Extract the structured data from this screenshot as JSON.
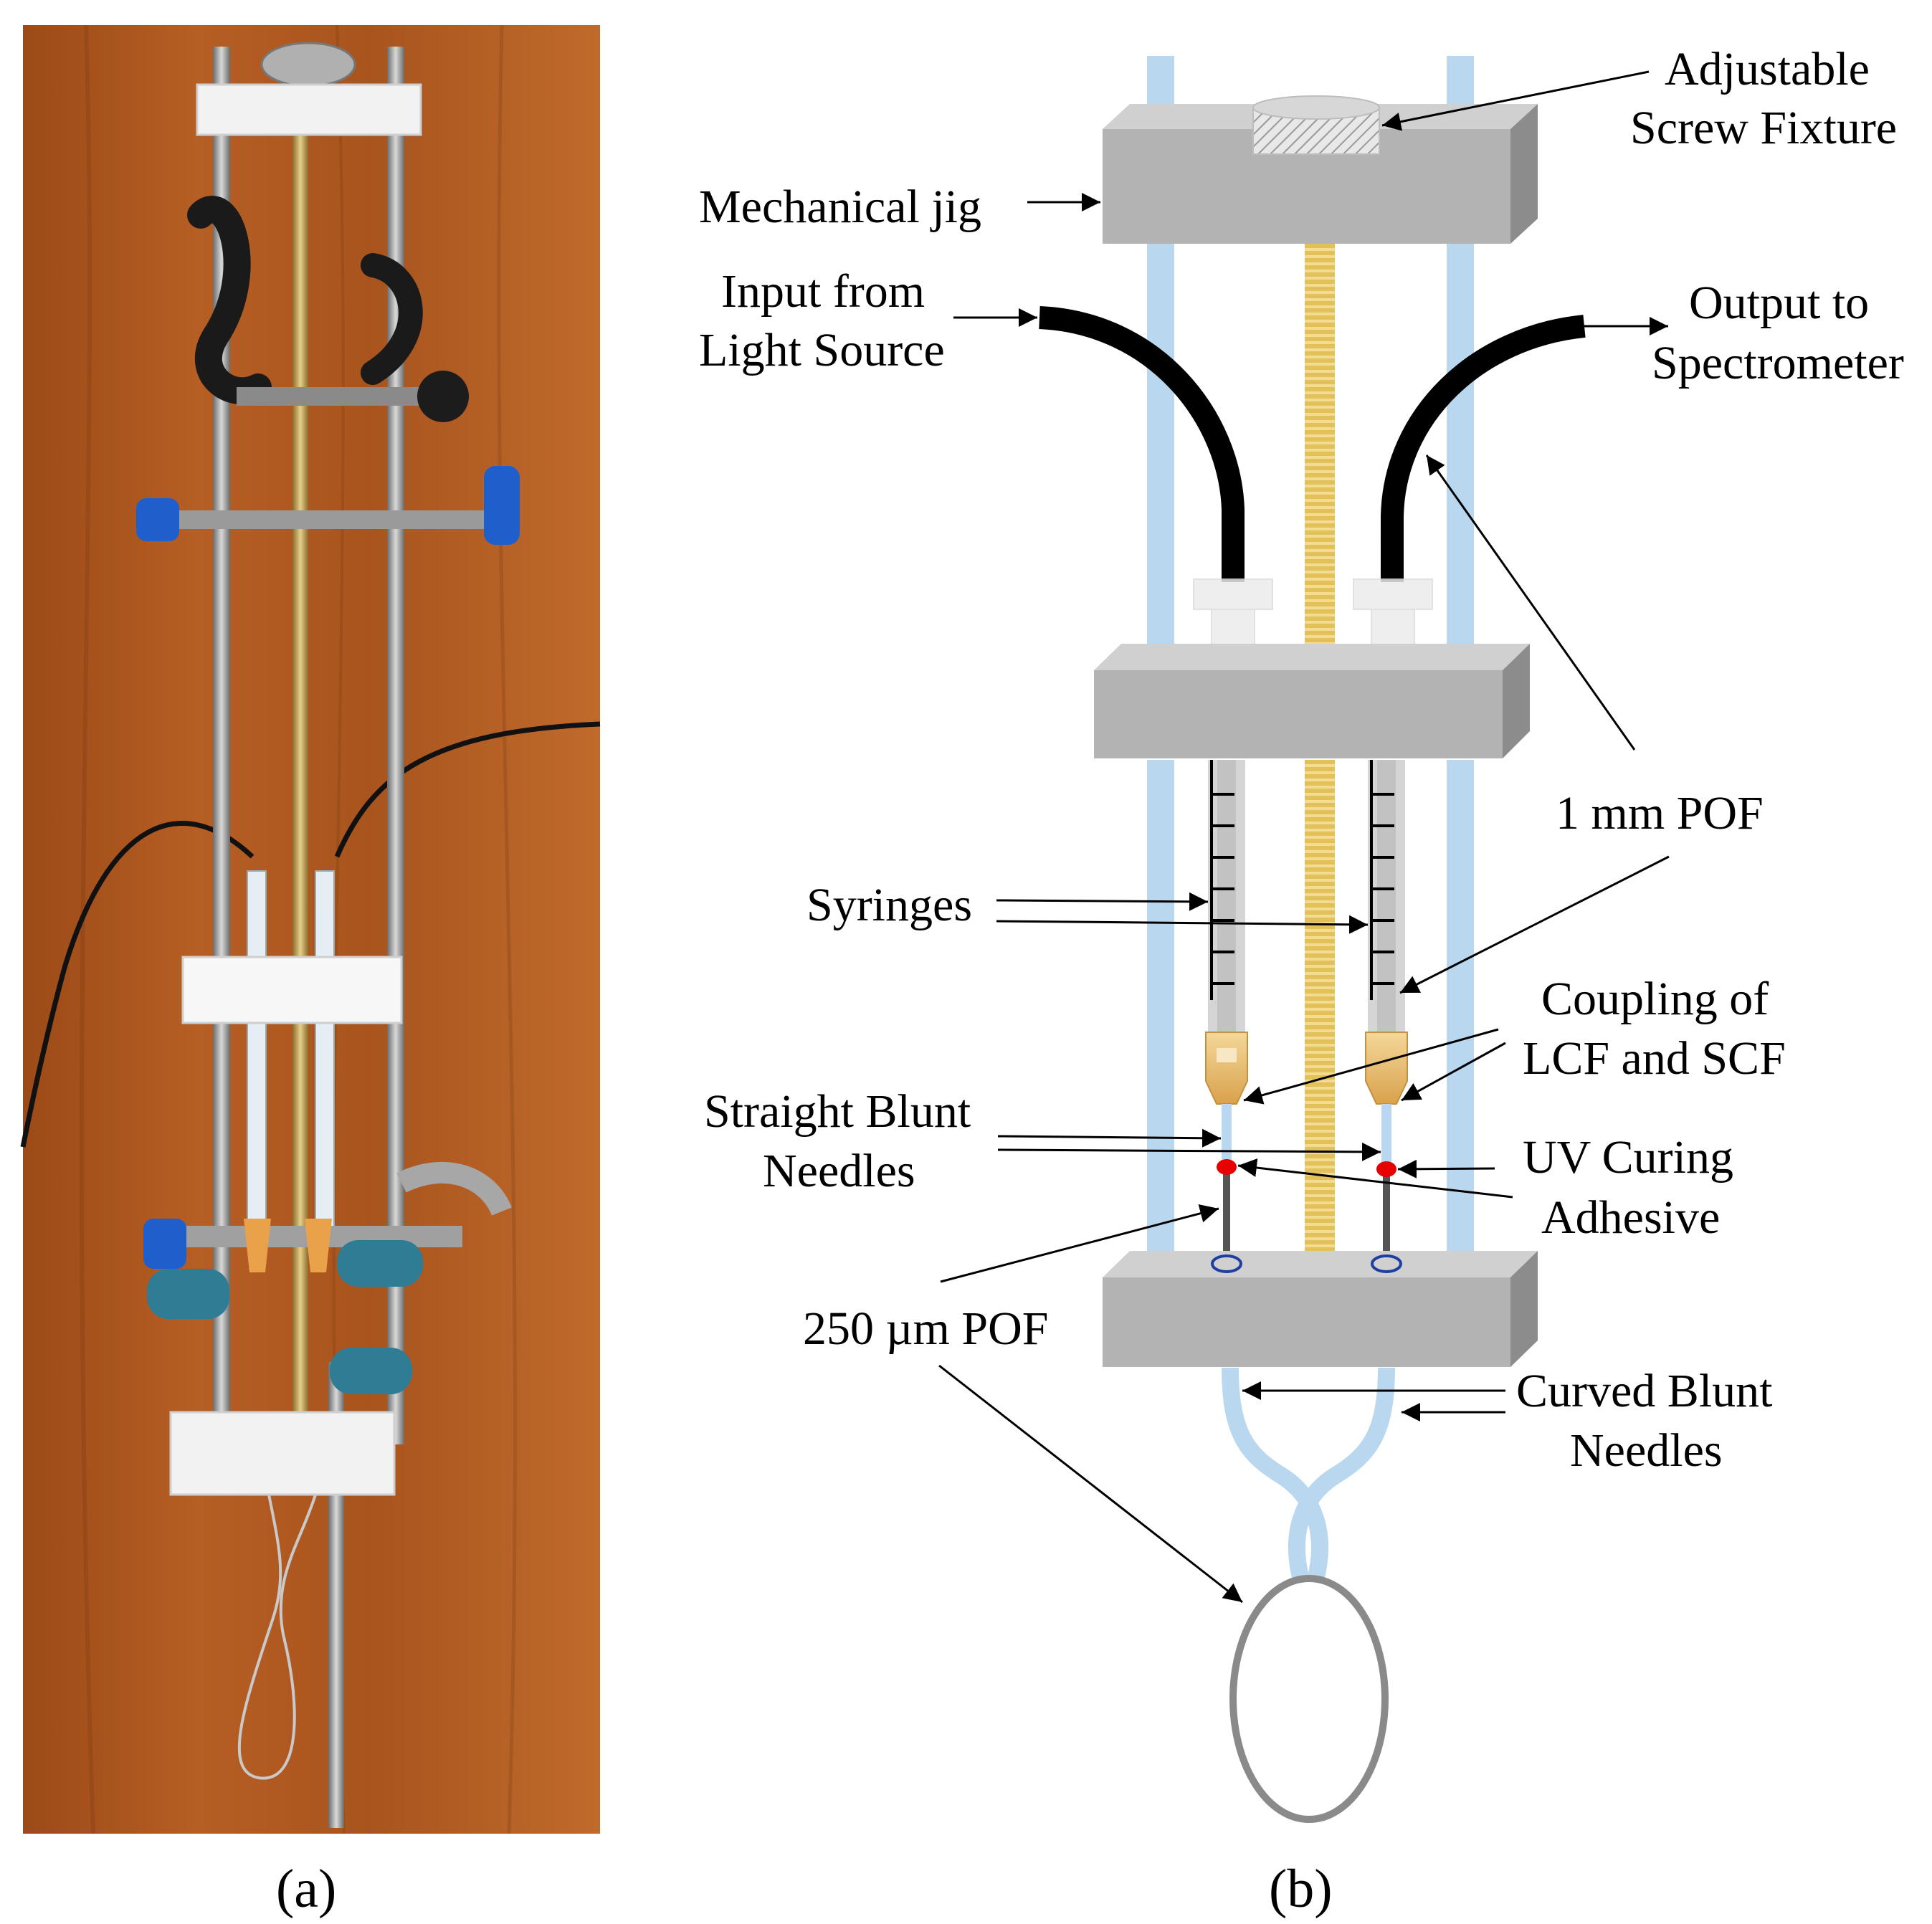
{
  "panel_a": {
    "caption": "(a)"
  },
  "panel_b": {
    "caption": "(b)",
    "labels": {
      "adjustable_1": "Adjustable",
      "adjustable_2": "Screw Fixture",
      "mechanical_jig": "Mechanical jig",
      "input_1": "Input from",
      "input_2": "Light Source",
      "output_1": "Output to",
      "output_2": "Spectrometer",
      "pof_1mm": "1 mm POF",
      "syringes": "Syringes",
      "coupling_1": "Coupling of",
      "coupling_2": "LCF and SCF",
      "straight_1": "Straight Blunt",
      "straight_2": "Needles",
      "uv_1": "UV Curing",
      "uv_2": "Adhesive",
      "pof_250": "250 µm POF",
      "curved_1": "Curved Blunt",
      "curved_2": "Needles"
    }
  },
  "colors": {
    "rod": "#b9d7ee",
    "block": "#b3b3b3",
    "thread": "#e5c35a",
    "cable": "#000000",
    "adhesive": "#e60000",
    "loop": "#8a8a8a",
    "wood": "#a6551f"
  }
}
